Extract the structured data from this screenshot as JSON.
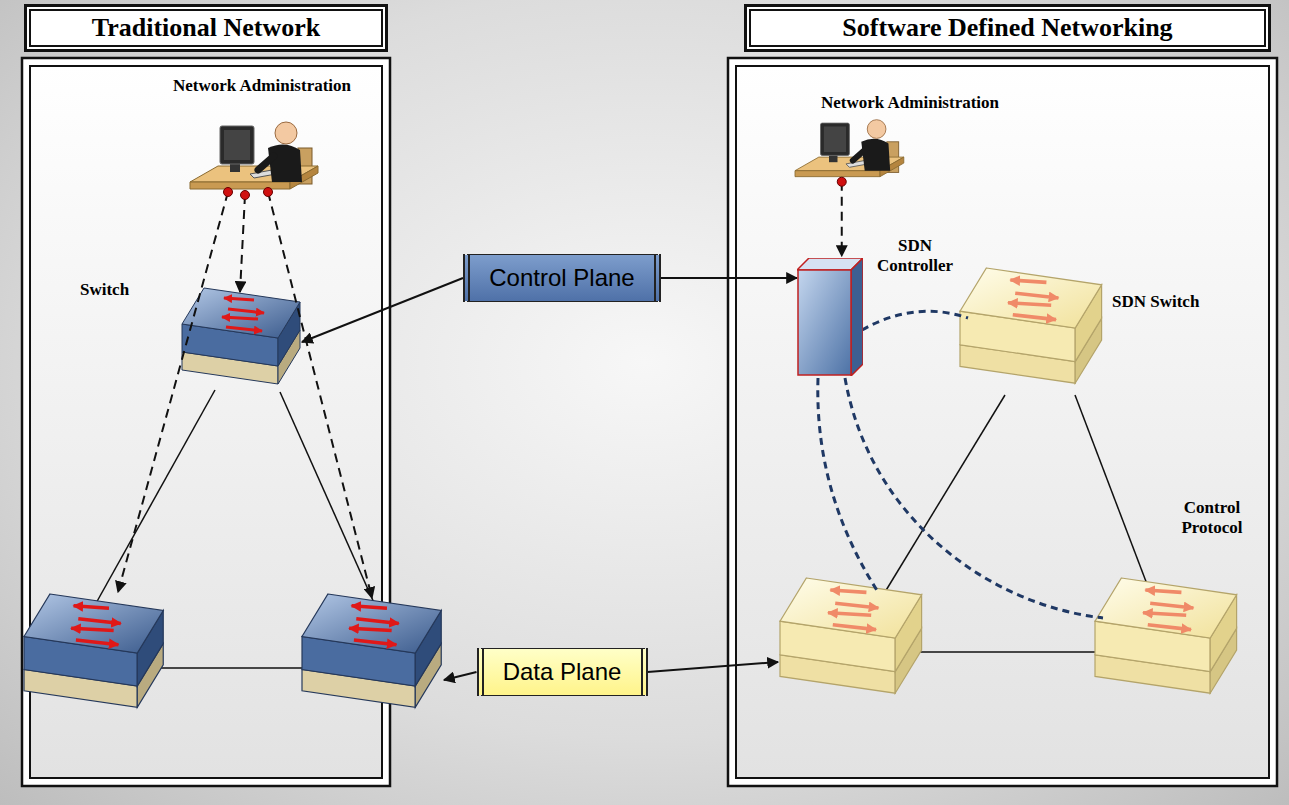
{
  "diagram": {
    "nodes": [
      {
        "text": [
          "Traditional Network"
        ]
      },
      {
        "text": [
          "Software Defined Networking"
        ]
      },
      {
        "text": [
          "Control Plane"
        ]
      },
      {
        "text": [
          "Data Plane"
        ]
      },
      {
        "text": [
          "SDN Controller"
        ]
      }
    ],
    "edges": [
      {
        "from": 2,
        "to": 4,
        "arrow": "to"
      }
    ],
    "labels": [
      "Network Administration",
      "Switch",
      "Network Administration",
      "SDN Switch",
      "Control Protocol"
    ]
  }
}
